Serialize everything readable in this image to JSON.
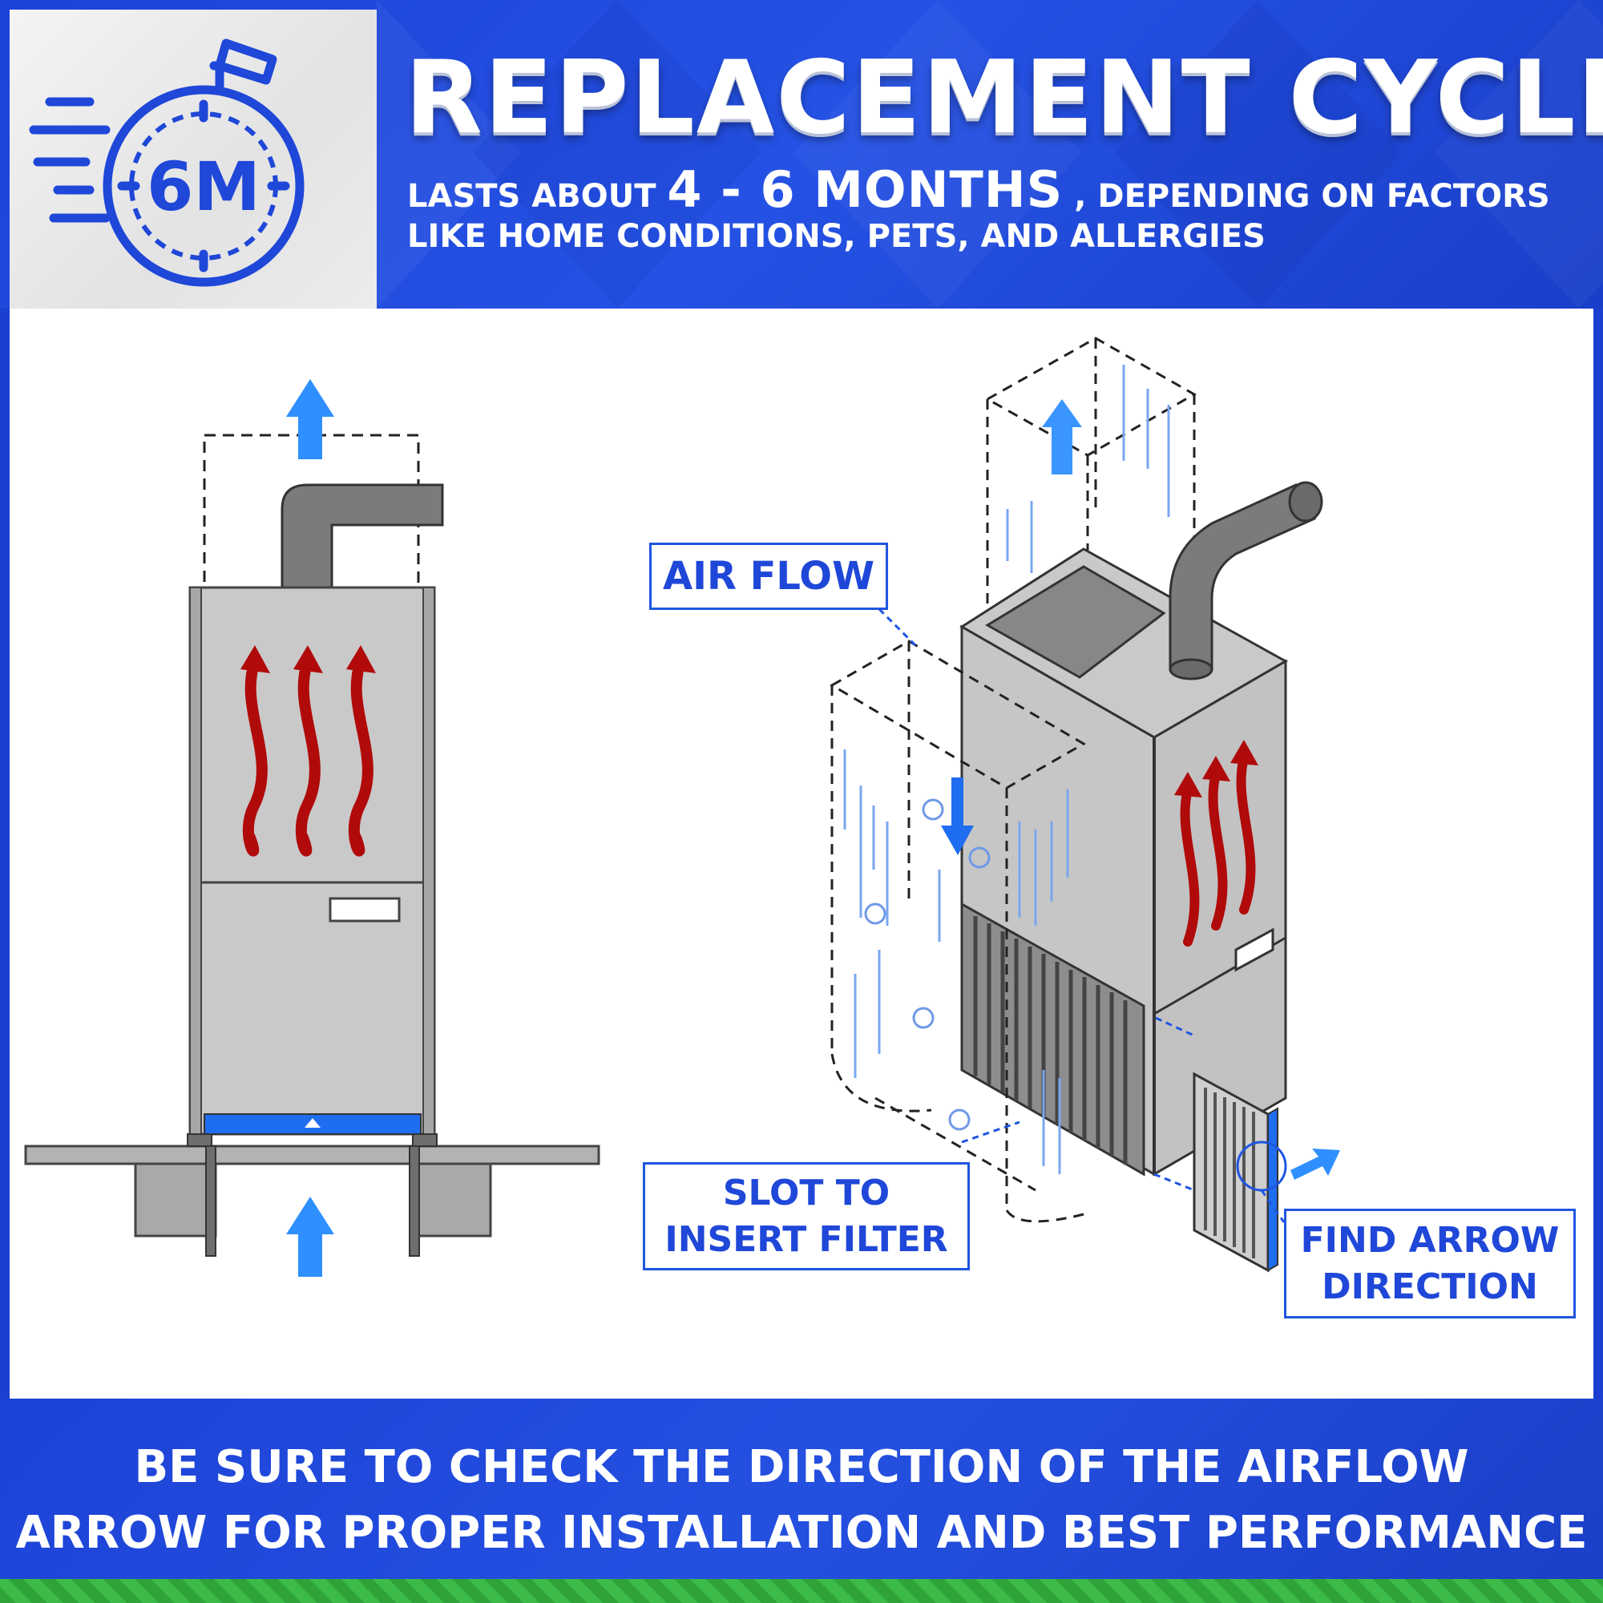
{
  "header": {
    "badge": "6M",
    "title": "REPLACEMENT CYCLE",
    "subtitle_before": "LASTS ABOUT ",
    "subtitle_highlight": "4 - 6 MONTHS",
    "subtitle_after": " , DEPENDING ON FACTORS",
    "subtitle_line2": "LIKE HOME CONDITIONS, PETS, AND ALLERGIES"
  },
  "callouts": {
    "air_flow": "AIR FLOW",
    "slot_line1": "SLOT TO",
    "slot_line2": "INSERT FILTER",
    "arrow_line1": "FIND ARROW",
    "arrow_line2": "DIRECTION"
  },
  "footer": {
    "line1": "BE SURE TO CHECK THE DIRECTION OF THE AIRFLOW",
    "line2": "ARROW FOR PROPER INSTALLATION AND BEST PERFORMANCE"
  },
  "colors": {
    "brand_blue": "#1f47d8",
    "airflow_blue": "#2f8fff",
    "heat_red": "#b00a0a",
    "furnace_gray": "#c9c9c9"
  },
  "icons": [
    "stopwatch-icon",
    "heat-wave-icon",
    "airflow-arrow-icon",
    "virus-icon"
  ]
}
